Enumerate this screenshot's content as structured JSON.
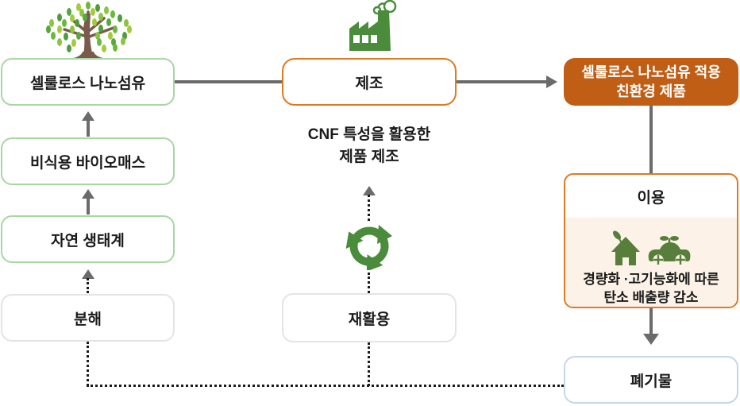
{
  "colors": {
    "accent_orange": "#DD7A22",
    "product_orange": "#C05E15",
    "green_border": "#A9D6A3",
    "gray_border": "#E4E4E4",
    "blue_border": "#C5D6E8",
    "cream_bg": "#FCF2E8",
    "icon_green": "#4A8B3C",
    "icon_green_dark": "#577E3A",
    "line_gray": "#6B6B6B",
    "dotted_line": "#1b1b1b"
  },
  "nodes": {
    "source": {
      "label": "셀룰로스 나노섬유",
      "icon": "tree-icon"
    },
    "biomass": {
      "label": "비식용 바이오매스"
    },
    "ecosystem": {
      "label": "자연 생태계"
    },
    "decompose": {
      "label": "분해"
    },
    "manufacture": {
      "label": "제조",
      "icon": "factory-icon"
    },
    "manufacture_caption": {
      "line1": "CNF 특성을 활용한",
      "line2": "제품 제조"
    },
    "recycle": {
      "label": "재활용",
      "icon": "recycle-icon"
    },
    "product": {
      "line1": "셀룰로스 나노섬유 적용",
      "line2": "친환경 제품"
    },
    "use": {
      "title": "이용",
      "icons": [
        "eco-house-icon",
        "eco-car-icon"
      ],
      "desc_line1": "경량화 ·고기능화에 따른",
      "desc_line2": "탄소 배출량 감소"
    },
    "waste": {
      "label": "폐기물"
    }
  }
}
